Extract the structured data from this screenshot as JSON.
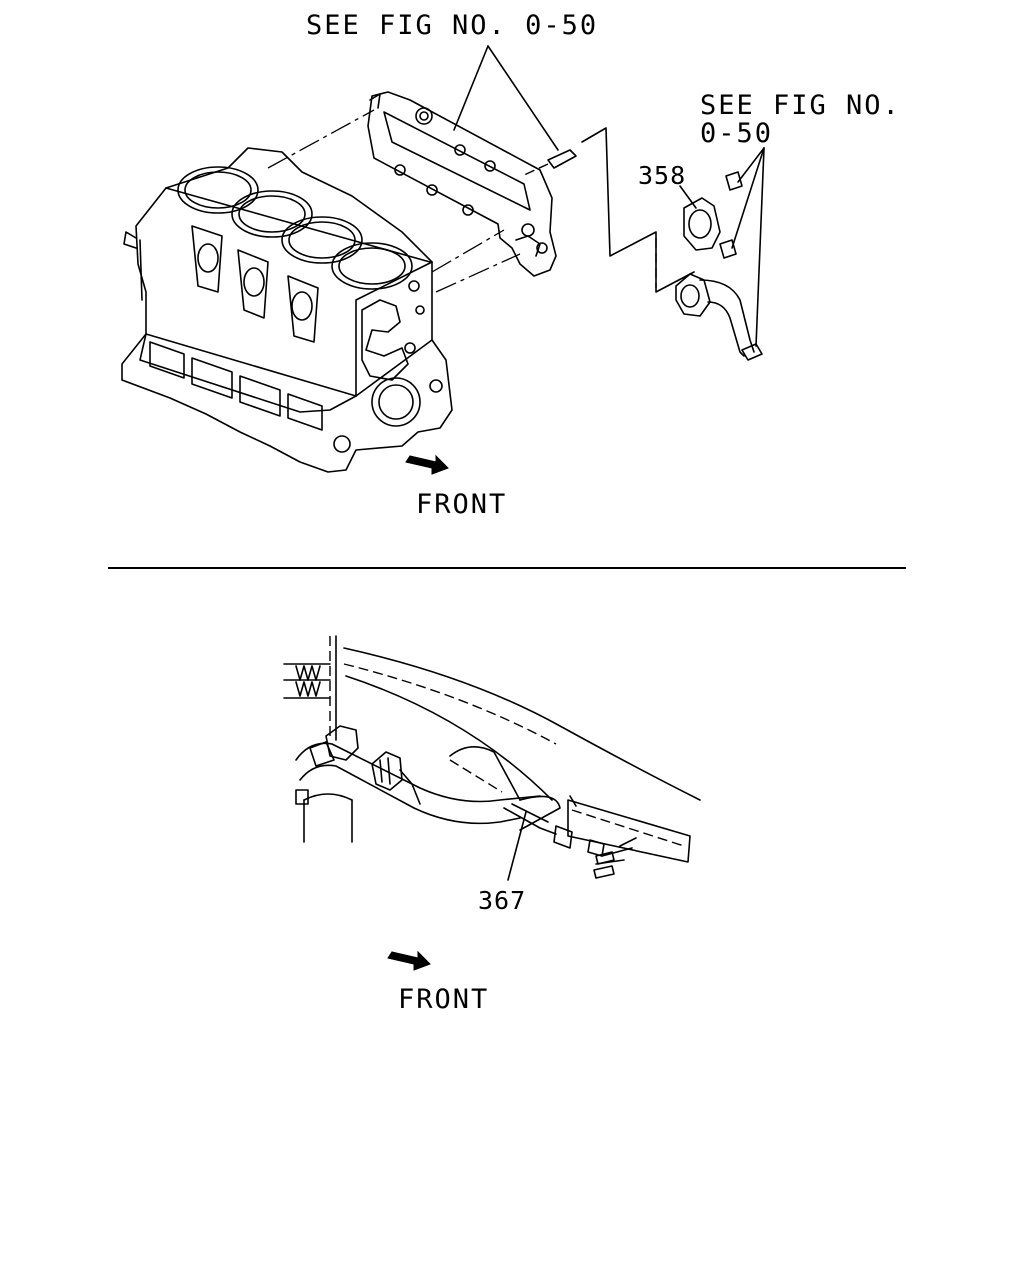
{
  "top_diagram": {
    "ref_top": "SEE FIG NO. 0-50",
    "ref_right_line1": "SEE FIG NO.",
    "ref_right_line2": "0-50",
    "callout_gasket": "358",
    "front_label": "FRONT"
  },
  "bottom_diagram": {
    "callout_harness": "367",
    "front_label": "FRONT"
  }
}
